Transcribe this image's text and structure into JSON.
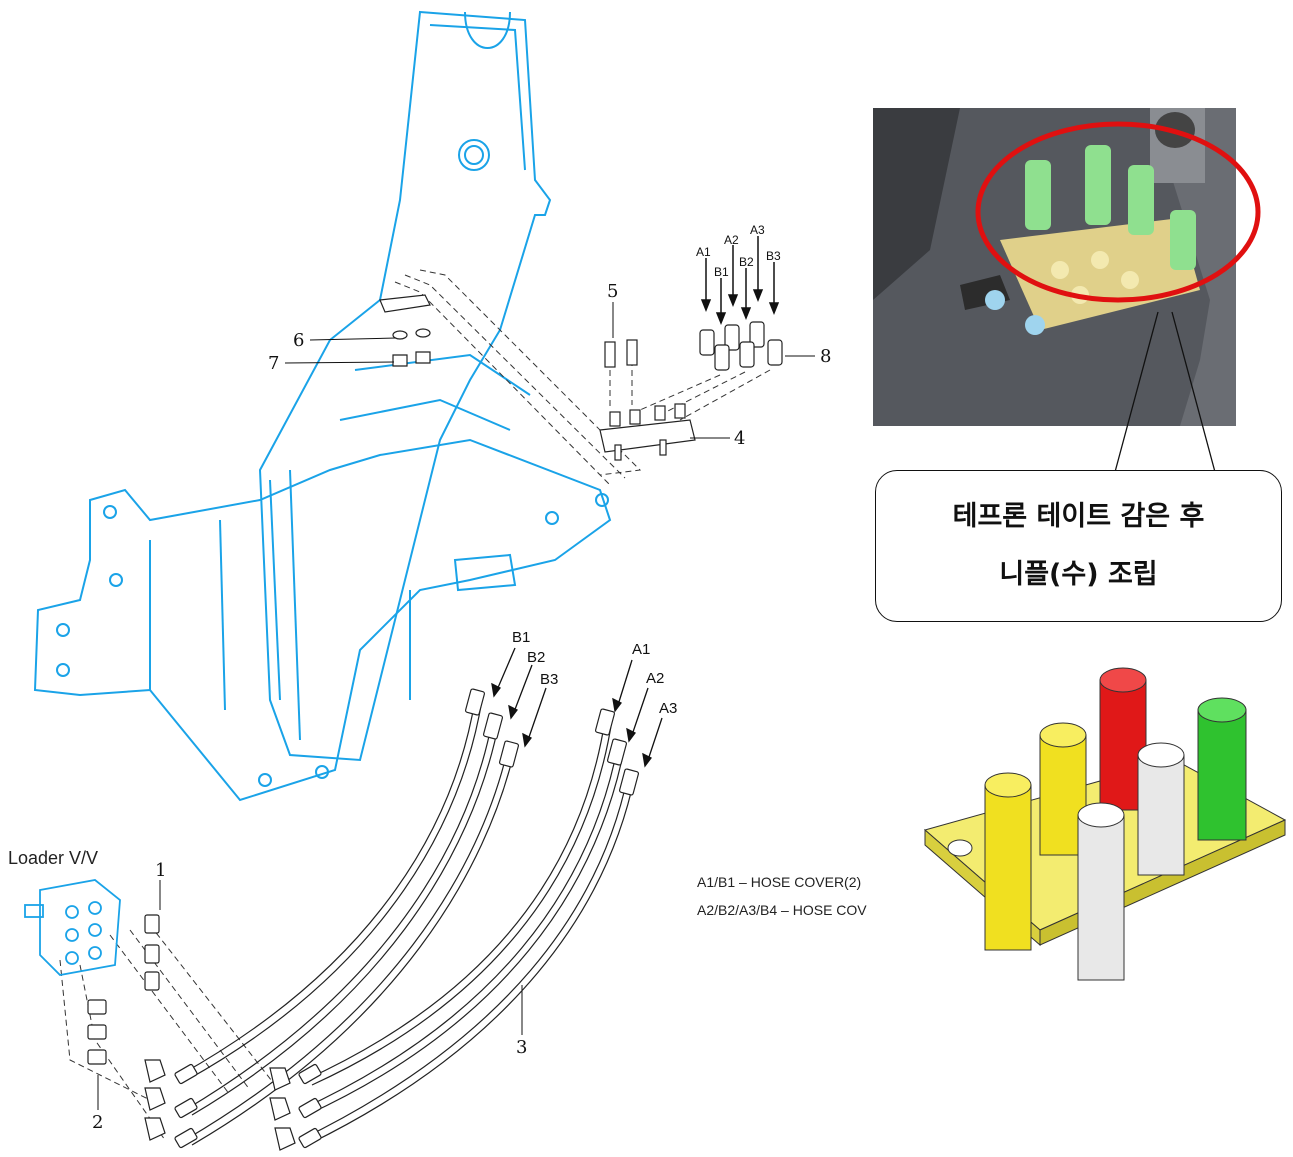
{
  "callout": {
    "line1": "테프론 테이트 감은 후",
    "line2": "니플(수) 조립"
  },
  "legend": {
    "line1": "A1/B1 – HOSE COVER(2)",
    "line2": "A2/B2/A3/B4 – HOSE COV"
  },
  "loader_label": "Loader V/V",
  "part_numbers": {
    "p1": "1",
    "p2": "2",
    "p3": "3",
    "p4": "4",
    "p5": "5",
    "p6": "6",
    "p7": "7",
    "p8": "8"
  },
  "top_port_labels": {
    "a1": "A1",
    "a2": "A2",
    "a3": "A3",
    "b1": "B1",
    "b2": "B2",
    "b3": "B3"
  },
  "hose_labels": {
    "b1": "B1",
    "b2": "B2",
    "b3": "B3",
    "a1": "A1",
    "a2": "A2",
    "a3": "A3"
  },
  "colors": {
    "frame": "#1aa3e8",
    "highlight": "#e01010",
    "coupler_green": "#2fc22f",
    "coupler_yellow": "#f0e020",
    "coupler_red": "#e01818",
    "coupler_white": "#e8e8e8",
    "plate_yellow": "#f3ec70"
  }
}
